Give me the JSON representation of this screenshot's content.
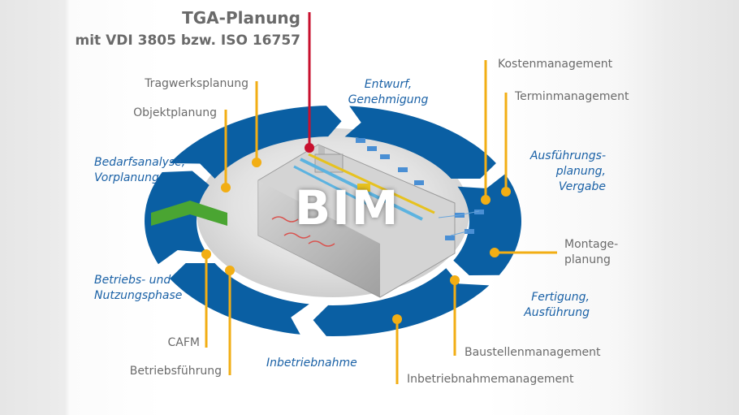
{
  "colors": {
    "ring_blue": "#0a5fa3",
    "phase_text": "#1a61a6",
    "label_text": "#6b6b6b",
    "connector": "#f2ae14",
    "tga_connector": "#c8102e",
    "arrow_green": "#4aa532",
    "bim_text": "#ffffff"
  },
  "header": {
    "title": "TGA-Planung",
    "subtitle": "mit VDI 3805 bzw. ISO 16757"
  },
  "center": {
    "label": "BIM"
  },
  "phases": [
    {
      "id": "entwurf",
      "lines": [
        "Entwurf,",
        "Genehmigung"
      ]
    },
    {
      "id": "ausfuehrungsplanung",
      "lines": [
        "Ausführungs-",
        "planung,",
        "Vergabe"
      ]
    },
    {
      "id": "fertigung",
      "lines": [
        "Fertigung,",
        "Ausführung"
      ]
    },
    {
      "id": "inbetriebnahme",
      "lines": [
        "Inbetriebnahme"
      ]
    },
    {
      "id": "betrieb",
      "lines": [
        "Betriebs- und",
        "Nutzungsphase"
      ]
    },
    {
      "id": "bedarfsanalyse",
      "lines": [
        "Bedarfsanalyse,",
        "Vorplanung"
      ]
    }
  ],
  "services": [
    {
      "id": "tragwerksplanung",
      "lines": [
        "Tragwerksplanung"
      ]
    },
    {
      "id": "objektplanung",
      "lines": [
        "Objektplanung"
      ]
    },
    {
      "id": "kostenmanagement",
      "lines": [
        "Kostenmanagement"
      ]
    },
    {
      "id": "terminmanagement",
      "lines": [
        "Terminmanagement"
      ]
    },
    {
      "id": "montageplanung",
      "lines": [
        "Montage-",
        "planung"
      ]
    },
    {
      "id": "baustellenmanagement",
      "lines": [
        "Baustellenmanagement"
      ]
    },
    {
      "id": "inbetriebnahmemanagement",
      "lines": [
        "Inbetriebnahmemanagement"
      ]
    },
    {
      "id": "cafm",
      "lines": [
        "CAFM"
      ]
    },
    {
      "id": "betriebsfuehrung",
      "lines": [
        "Betriebsführung"
      ]
    }
  ]
}
